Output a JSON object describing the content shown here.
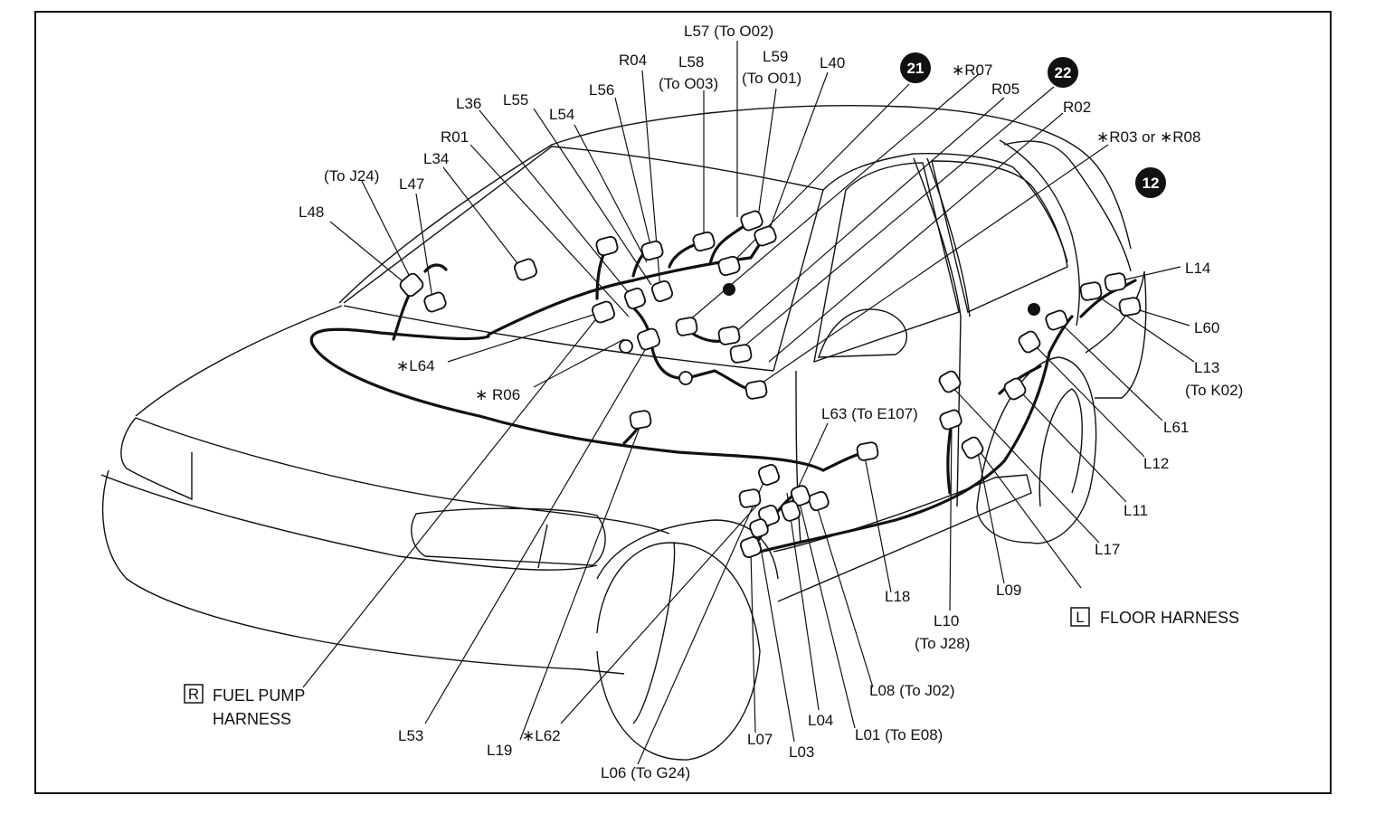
{
  "labels": {
    "L57": "L57 (To O02)",
    "L58a": "L58",
    "L58b": "(To O03)",
    "L59a": "L59",
    "L59b": "(To O01)",
    "R04": "R04",
    "L40": "L40",
    "R07": "∗R07",
    "R05": "R05",
    "R02": "R02",
    "R03R08": "∗R03 or ∗R08",
    "L36": "L36",
    "L55": "L55",
    "L54": "L54",
    "L56": "L56",
    "R01": "R01",
    "L34": "L34",
    "toJ24": "(To J24)",
    "L47": "L47",
    "L48": "L48",
    "L14": "L14",
    "L60": "L60",
    "L13a": "L13",
    "L13b": "(To K02)",
    "L61": "L61",
    "L12": "L12",
    "L11": "L11",
    "L17": "L17",
    "L64": "∗L64",
    "R06": "∗ R06",
    "L63": "L63 (To E107)",
    "L18": "L18",
    "L09": "L09",
    "L10a": "L10",
    "L10b": "(To J28)",
    "L08": "L08 (To J02)",
    "L04": "L04",
    "L01": "L01 (To E08)",
    "L07": "L07",
    "L03": "L03",
    "L06": "L06 (To G24)",
    "L62": "∗L62",
    "L19": "L19",
    "L53": "L53"
  },
  "badges": {
    "b21": "21",
    "b22": "22",
    "b12": "12"
  },
  "callouts": {
    "floor_letter": "L",
    "floor_name": "FLOOR HARNESS",
    "fuel_letter": "R",
    "fuel_name_1": "FUEL PUMP",
    "fuel_name_2": "HARNESS"
  }
}
